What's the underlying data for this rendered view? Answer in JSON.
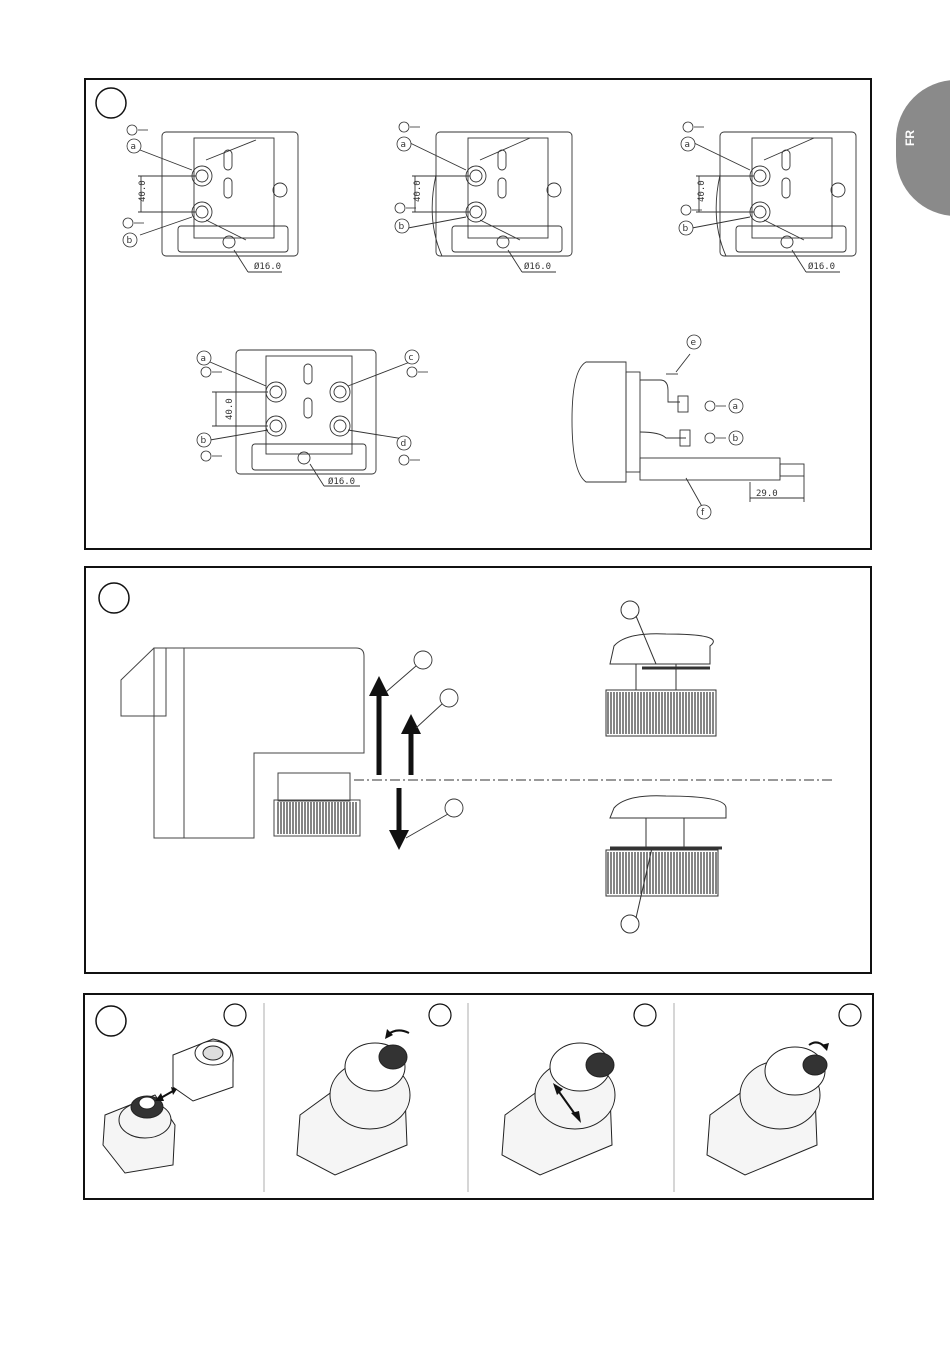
{
  "lang_tab": {
    "label": "FR",
    "color": "#8a8a8a"
  },
  "figure1": {
    "labels": {
      "a": "a",
      "b": "b",
      "c": "c",
      "d": "d",
      "e": "e",
      "f": "f"
    },
    "dim_40": "40.0",
    "dim_diameter": "Ø16.0",
    "dim_29": "29.0"
  },
  "figure2": {},
  "figure3": {}
}
